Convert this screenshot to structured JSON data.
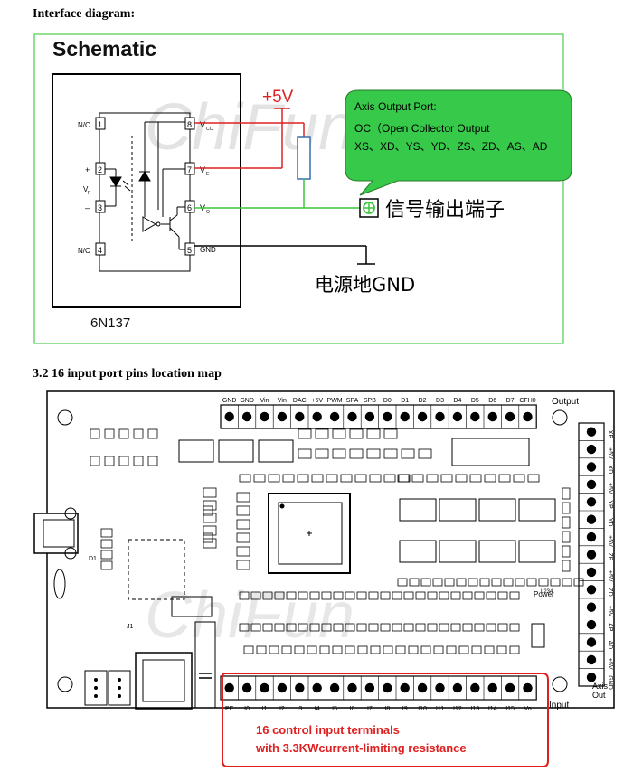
{
  "section1": {
    "title": "Interface diagram:"
  },
  "schematic": {
    "title": "Schematic",
    "chip_name": "6N137",
    "left_pins": [
      {
        "num": "1",
        "label": "N/C"
      },
      {
        "num": "2",
        "label": "+"
      },
      {
        "num": "3",
        "label": "–"
      },
      {
        "num": "4",
        "label": "N/C"
      }
    ],
    "vf_label": "V",
    "vf_sub": "F",
    "right_pins": [
      {
        "num": "8",
        "label": "V",
        "sub": "CC"
      },
      {
        "num": "7",
        "label": "V",
        "sub": "E"
      },
      {
        "num": "6",
        "label": "V",
        "sub": "O"
      },
      {
        "num": "5",
        "label": "GND",
        "sub": ""
      }
    ],
    "supply_label": "+5V",
    "callout": {
      "line1": "Axis Output Port:",
      "line2": "OC（Open Collector Output",
      "line3": "XS、XD、YS、YD、ZS、ZD、AS、AD"
    },
    "signal_label": "信号输出端子",
    "ground_label": "电源地GND",
    "watermark": "ChiFun"
  },
  "section2": {
    "title": "3.2 16 input port pins location map"
  },
  "board": {
    "output_label": "Output",
    "top_labels": [
      "GND",
      "GND",
      "Vin",
      "Vin",
      "DAC",
      "+5V",
      "PWM",
      "SPA",
      "SPB",
      "D0",
      "D1",
      "D2",
      "D3",
      "D4",
      "D5",
      "D6",
      "D7",
      "CFH0"
    ],
    "bottom_labels": [
      "PE",
      "I0",
      "I1",
      "I2",
      "I3",
      "I4",
      "I5",
      "I6",
      "I7",
      "I8",
      "I9",
      "I10",
      "I11",
      "I12",
      "I13",
      "I14",
      "I15",
      "Vo"
    ],
    "input_label": "Input",
    "right_labels": [
      "XP",
      "+5V",
      "XD",
      "+5V",
      "YP",
      "YD",
      "+5V",
      "ZP",
      "+5V",
      "ZD",
      "+5V",
      "AP",
      "AD",
      "+5V",
      "GND"
    ],
    "axis_out_line1": "Axis",
    "axis_out_line2": "Out",
    "power_label": "Power",
    "chip_label": "L234",
    "d1_label": "D1",
    "j1_label": "J1",
    "watermark": "ChiFun",
    "callout_line1": "16 control input terminals",
    "callout_line2": "with 3.3KWcurrent-limiting resistance"
  },
  "colors": {
    "green": "#3cc63c",
    "red": "#e02020",
    "callout_fill": "#37c94a"
  }
}
